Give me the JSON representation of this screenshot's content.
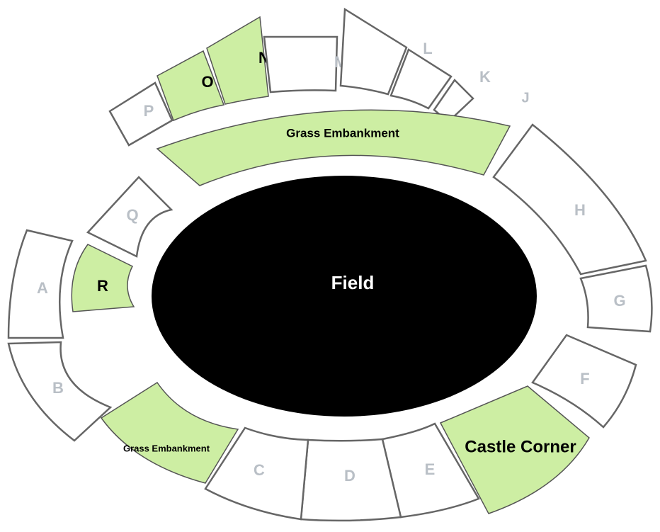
{
  "colors": {
    "available": "#cdeea3",
    "unavailable": "#ffffff",
    "outline": "#666666",
    "label_available": "#000000",
    "label_unavailable": "#b9bfc6",
    "field": "#000000",
    "field_label": "#ffffff"
  },
  "field": {
    "label": "Field"
  },
  "sections": [
    {
      "id": "P",
      "label": "P",
      "available": false
    },
    {
      "id": "O",
      "label": "O",
      "available": true
    },
    {
      "id": "N",
      "label": "N",
      "available": true
    },
    {
      "id": "M",
      "label": "M",
      "available": false
    },
    {
      "id": "L",
      "label": "L",
      "available": false
    },
    {
      "id": "K",
      "label": "K",
      "available": false
    },
    {
      "id": "J",
      "label": "J",
      "available": false
    },
    {
      "id": "grass-top",
      "label": "Grass Embankment",
      "available": true
    },
    {
      "id": "H",
      "label": "H",
      "available": false
    },
    {
      "id": "G",
      "label": "G",
      "available": false
    },
    {
      "id": "F",
      "label": "F",
      "available": false
    },
    {
      "id": "castle",
      "label": "Castle Corner",
      "available": true
    },
    {
      "id": "E",
      "label": "E",
      "available": false
    },
    {
      "id": "D",
      "label": "D",
      "available": false
    },
    {
      "id": "C",
      "label": "C",
      "available": false
    },
    {
      "id": "grass-bottom",
      "label": "Grass Embankment",
      "available": true
    },
    {
      "id": "B",
      "label": "B",
      "available": false
    },
    {
      "id": "A",
      "label": "A",
      "available": false
    },
    {
      "id": "R",
      "label": "R",
      "available": true
    },
    {
      "id": "Q",
      "label": "Q",
      "available": false
    }
  ]
}
